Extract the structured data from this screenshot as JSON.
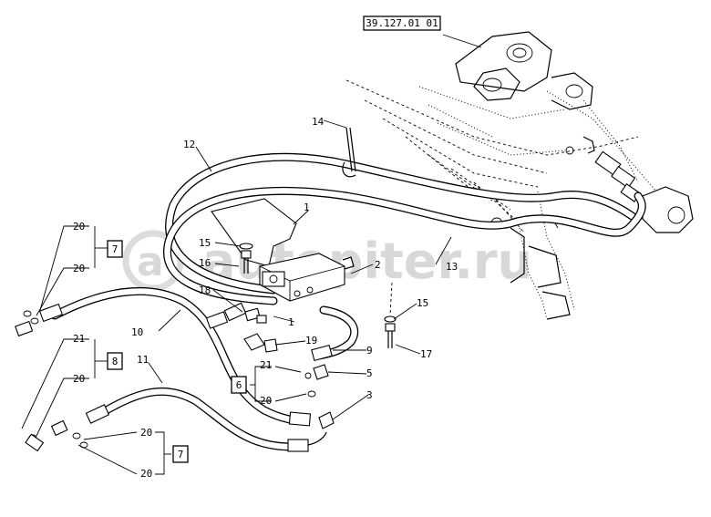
{
  "reference": "39.127.01 01",
  "watermark": "autopiter.ru",
  "callouts": {
    "c1": "1",
    "c2": "2",
    "c3": "3",
    "c5": "5",
    "c9": "9",
    "c10": "10",
    "c11": "11",
    "c12": "12",
    "c13": "13",
    "c14": "14",
    "c15a": "15",
    "c15b": "15",
    "c16": "16",
    "c17": "17",
    "c18": "18",
    "c19": "19",
    "c20a": "20",
    "c20b": "20",
    "c20c": "20",
    "c20d": "20",
    "c20e": "20",
    "c20f": "20",
    "c21a": "21",
    "c21b": "21"
  },
  "boxes": {
    "b7a": "7",
    "b8": "8",
    "b6": "6",
    "b7b": "7"
  },
  "icons": {
    "watermark_logo": "autopiter-logo-icon"
  }
}
